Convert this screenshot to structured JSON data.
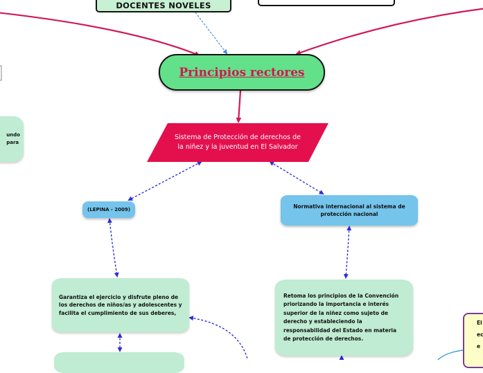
{
  "nodes": {
    "docentes": "DOCENTES NOVELES",
    "principios": "Principios rectores",
    "sistema": "Sistema de Protección de derechos de la niñez y la juventud en El Salvador",
    "lepina": "(LEPINA - 2009)",
    "normativa": "Normativa internacional al sistema de protección nacional",
    "garantiza": "Garantiza el ejercicio y disfrute pleno de los derechos de niños/as y adolescentes y facilita el cumplimiento de sus deberes,",
    "retoma": "Retoma los principios de la Convención priorizando la importancia e interés superior de la niñez como sujeto de derecho y estableciendo la responsabilidad del Estado en materia de protección de derechos.",
    "left_note_line1": "undo",
    "left_note_line2": "para",
    "right_note_line1": "El",
    "right_note_line2": "ec",
    "right_note_line3": "e"
  },
  "colors": {
    "magenta": "#d01852",
    "connector_dotted": "#2b2fd6",
    "connector_light": "#4a8fd8",
    "green_fill": "#bfecd2",
    "main_green": "#63e08a",
    "blue_fill": "#74c4ec",
    "yellow_fill": "#fdfdc8"
  }
}
